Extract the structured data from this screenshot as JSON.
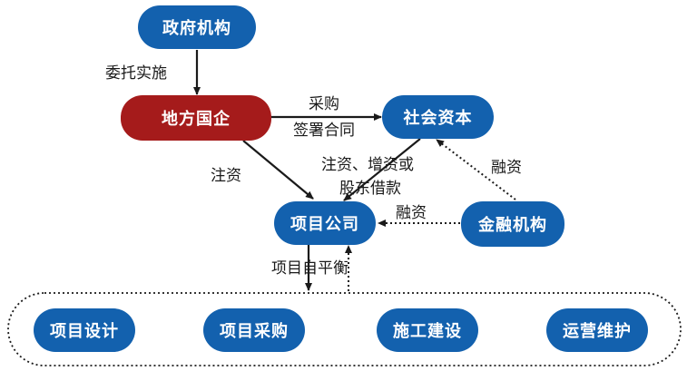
{
  "nodes": {
    "government": "政府机构",
    "local_soe": "地方国企",
    "social_capital": "社会资本",
    "project_company": "项目公司",
    "financial_institution": "金融机构",
    "project_design": "项目设计",
    "project_procurement": "项目采购",
    "construction": "施工建设",
    "operation_maintenance": "运营维护"
  },
  "edge_labels": {
    "entrust": "委托实施",
    "purchase": "采购",
    "sign_contract": "签署合同",
    "invest_soe": "注资",
    "invest_capital_line1": "注资、增资或",
    "invest_capital_line2": "股东借款",
    "financing_project": "融资",
    "financing_capital": "融资",
    "self_balance": "项目自平衡"
  },
  "colors": {
    "node_blue": "#1361ae",
    "node_red": "#a51b1b",
    "arrow": "#1a1a1a"
  }
}
